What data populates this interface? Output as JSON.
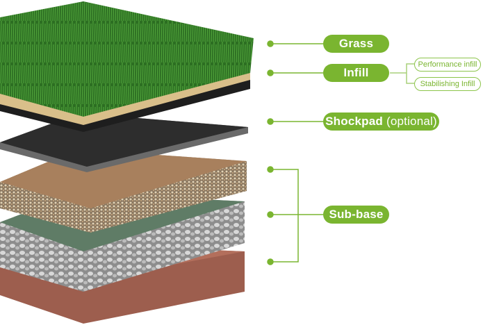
{
  "labels": {
    "grass": "Grass",
    "infill": "Infill",
    "infill_options": [
      "Performance infill",
      "Stabilishing Infill"
    ],
    "shockpad": "Shockpad",
    "shockpad_note": "(optional)",
    "subbase": "Sub-base"
  },
  "colors": {
    "accent": "#7ab530",
    "grass": "#2f7a25",
    "shockpad": "#2b2b2b",
    "brown_layer": "#a67c5b",
    "membrane": "#5d7a63",
    "gravel": "#9a9a9a",
    "soil": "#a5614f"
  }
}
